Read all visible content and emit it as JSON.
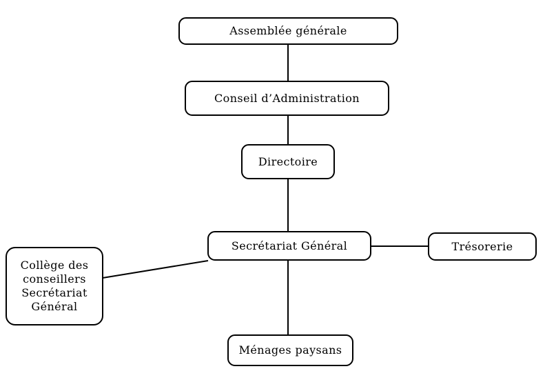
{
  "diagram": {
    "type": "org-chart",
    "colors": {
      "background": "#ffffff",
      "node_fill": "#ffffff",
      "node_border": "#000000",
      "text": "#000000",
      "connector": "#000000"
    },
    "nodes": {
      "assemblee_generale": {
        "label": "Assemblée générale"
      },
      "conseil_administration": {
        "label": "Conseil d’Administration"
      },
      "directoire": {
        "label": "Directoire"
      },
      "secretariat_general": {
        "label": "Secrétariat Général"
      },
      "tresorerie": {
        "label": "Trésorerie"
      },
      "college_conseillers": {
        "label": "Collège des conseillers Secrétariat Général"
      },
      "menages_paysans": {
        "label": "Ménages paysans"
      }
    },
    "edges": [
      {
        "from": "assemblee_generale",
        "to": "conseil_administration"
      },
      {
        "from": "conseil_administration",
        "to": "directoire"
      },
      {
        "from": "directoire",
        "to": "secretariat_general"
      },
      {
        "from": "secretariat_general",
        "to": "tresorerie"
      },
      {
        "from": "college_conseillers",
        "to": "secretariat_general"
      },
      {
        "from": "secretariat_general",
        "to": "menages_paysans"
      }
    ]
  }
}
